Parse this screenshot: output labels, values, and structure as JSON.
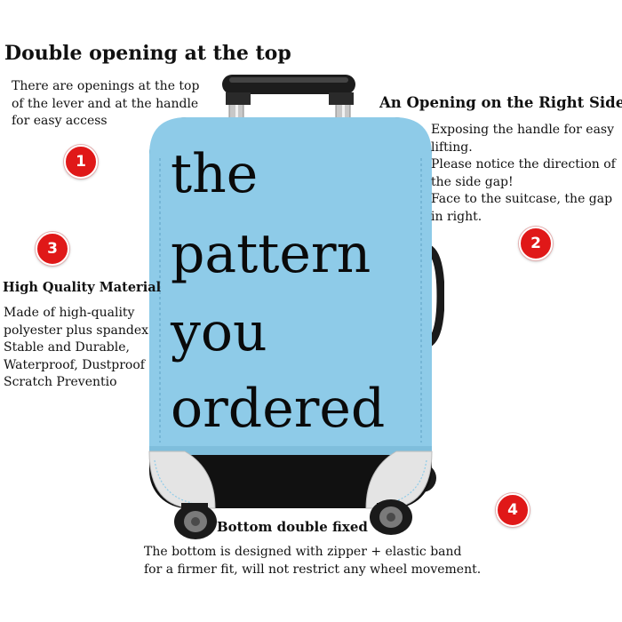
{
  "sections": {
    "top": {
      "title": "Double opening at the top",
      "lines": [
        "There are openings at the top",
        "of the lever and at the handle",
        "for easy access"
      ]
    },
    "right": {
      "title": "An Opening on the Right Side",
      "lines": [
        "Exposing the handle for easy",
        "lifting.",
        "Please notice the direction of",
        "the side gap!",
        "Face to the suitcase, the gap",
        "in right."
      ]
    },
    "left": {
      "title": "High Quality Material",
      "lines": [
        "Made of high-quality",
        "polyester plus spandex",
        "Stable and Durable,",
        "Waterproof, Dustproof",
        "Scratch Preventio"
      ]
    },
    "bottom": {
      "title": "Bottom double fixed",
      "lines": [
        "The bottom is designed with zipper + elastic band",
        "for a firmer fit, will not restrict any wheel movement."
      ]
    }
  },
  "badges": [
    "1",
    "2",
    "3",
    "4"
  ],
  "pattern_text": [
    "the",
    "pattern",
    "you",
    "ordered"
  ],
  "colors": {
    "badge": "#e01818",
    "cover": "#8ecbe8",
    "cover_bottom": "#111111",
    "corner": "#e2e2e2"
  }
}
